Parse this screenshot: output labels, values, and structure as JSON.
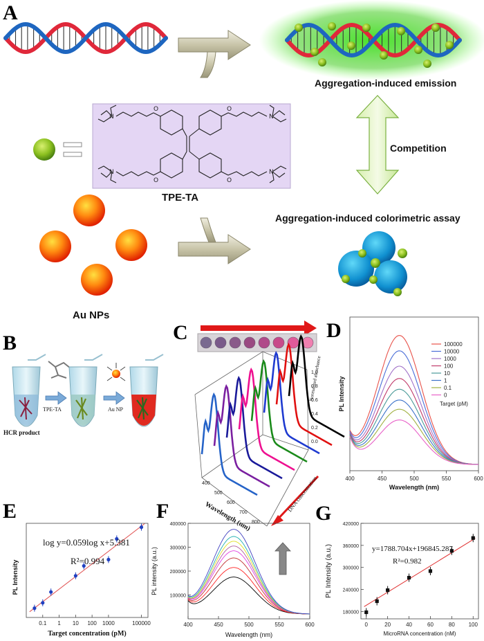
{
  "panels": {
    "A": {
      "label": "A",
      "aie": "Aggregation-induced emission",
      "competition": "Competition",
      "colorimetric": "Aggregation-induced colorimetric assay",
      "tpe": "TPE-TA",
      "aunps": "Au NPs"
    },
    "B": {
      "label": "B",
      "hcr": "HCR product",
      "tpe": "TPE-TA",
      "aunp": "Au NP"
    },
    "C": {
      "label": "C",
      "xlabel": "Wavelength (nm)",
      "zlabel": "Normalized absorbance",
      "dna": "DNA concentration"
    },
    "D": {
      "label": "D",
      "legend_title": "Target (pM)"
    },
    "E": {
      "label": "E",
      "equation": "log y=0.059log x+5.381",
      "r2": "R²=0.994"
    },
    "F": {
      "label": "F"
    },
    "G": {
      "label": "G",
      "equation": "y=1788.704x+196845.287",
      "r2": "R²=0.982"
    }
  },
  "chart_data": [
    {
      "panel": "C",
      "type": "line",
      "xlabel": "Wavelength (nm)",
      "x_ticks": [
        "400",
        "500",
        "600",
        "700",
        "800"
      ],
      "z_ticks": [
        "0.0",
        "0.2",
        "0.4",
        "0.6",
        "0.8",
        "1.0"
      ],
      "series_count": 8,
      "colors": [
        "#2563c8",
        "#7a1fa0",
        "#1a1a9a",
        "#ee1090",
        "#1a8a1a",
        "#1e3ad0",
        "#e01010",
        "#000000"
      ]
    },
    {
      "panel": "D",
      "type": "line",
      "xlabel": "Wavelength (nm)",
      "ylabel": "PL Intensity",
      "x_ticks": [
        "400",
        "450",
        "500",
        "550",
        "600"
      ],
      "xlim": [
        400,
        600
      ],
      "peak_x": 477,
      "legend_title": "Target (pM)",
      "series": [
        {
          "name": "100000",
          "color": "#e8524a",
          "peak": 0.88
        },
        {
          "name": "10000",
          "color": "#4a6ed8",
          "peak": 0.78
        },
        {
          "name": "1000",
          "color": "#a070c8",
          "peak": 0.68
        },
        {
          "name": "100",
          "color": "#c03a6a",
          "peak": 0.6
        },
        {
          "name": "10",
          "color": "#4a9a98",
          "peak": 0.53
        },
        {
          "name": "1",
          "color": "#3a70c8",
          "peak": 0.46
        },
        {
          "name": "0.1",
          "color": "#a0b040",
          "peak": 0.4
        },
        {
          "name": "0",
          "color": "#e860c8",
          "peak": 0.33
        }
      ]
    },
    {
      "panel": "E",
      "type": "scatter",
      "xlabel": "Target concentration (pM)",
      "ylabel": "PL Intensity",
      "x_ticks": [
        "0.1",
        "1",
        "10",
        "100",
        "1000",
        "100000"
      ],
      "x_tick_logs": [
        -1,
        0,
        1,
        2,
        3,
        5
      ],
      "xlim_log": [
        -2,
        5.4
      ],
      "points": [
        {
          "logx": -1.5,
          "y": 0.08
        },
        {
          "logx": -1.0,
          "y": 0.14
        },
        {
          "logx": -0.5,
          "y": 0.26
        },
        {
          "logx": 1.0,
          "y": 0.44
        },
        {
          "logx": 1.5,
          "y": 0.55
        },
        {
          "logx": 3.0,
          "y": 0.62
        },
        {
          "logx": 3.5,
          "y": 0.85
        },
        {
          "logx": 5.0,
          "y": 0.98
        }
      ],
      "fit": {
        "x0": -1.8,
        "y0": 0.04,
        "x1": 5.2,
        "y1": 1.02
      }
    },
    {
      "panel": "F",
      "type": "line",
      "xlabel": "Wavelength (nm)",
      "ylabel": "PL intensity (a.u.)",
      "xlim": [
        400,
        600
      ],
      "ylim": [
        0,
        400000
      ],
      "x_ticks": [
        400,
        450,
        500,
        550,
        600
      ],
      "y_ticks": [
        100000,
        200000,
        300000,
        400000
      ],
      "peak_x": 475,
      "series": [
        {
          "color": "#000000",
          "peak": 175000
        },
        {
          "color": "#ff2020",
          "peak": 215000
        },
        {
          "color": "#c03030",
          "peak": 255000
        },
        {
          "color": "#e040e0",
          "peak": 285000
        },
        {
          "color": "#b060a0",
          "peak": 305000
        },
        {
          "color": "#e0e020",
          "peak": 325000
        },
        {
          "color": "#20b0b0",
          "peak": 345000
        },
        {
          "color": "#4040c0",
          "peak": 375000
        }
      ]
    },
    {
      "panel": "G",
      "type": "scatter",
      "xlabel": "MicroRNA concentration (nM)",
      "ylabel": "PL Intensity (a.u.)",
      "xlim": [
        -5,
        105
      ],
      "ylim": [
        160000,
        420000
      ],
      "x_ticks": [
        0,
        20,
        40,
        60,
        80,
        100
      ],
      "y_ticks": [
        180000,
        240000,
        300000,
        360000,
        420000
      ],
      "points": [
        {
          "x": 0,
          "y": 178000
        },
        {
          "x": 10,
          "y": 208000
        },
        {
          "x": 20,
          "y": 238000
        },
        {
          "x": 40,
          "y": 272000
        },
        {
          "x": 60,
          "y": 290000
        },
        {
          "x": 80,
          "y": 345000
        },
        {
          "x": 100,
          "y": 380000
        }
      ]
    }
  ]
}
